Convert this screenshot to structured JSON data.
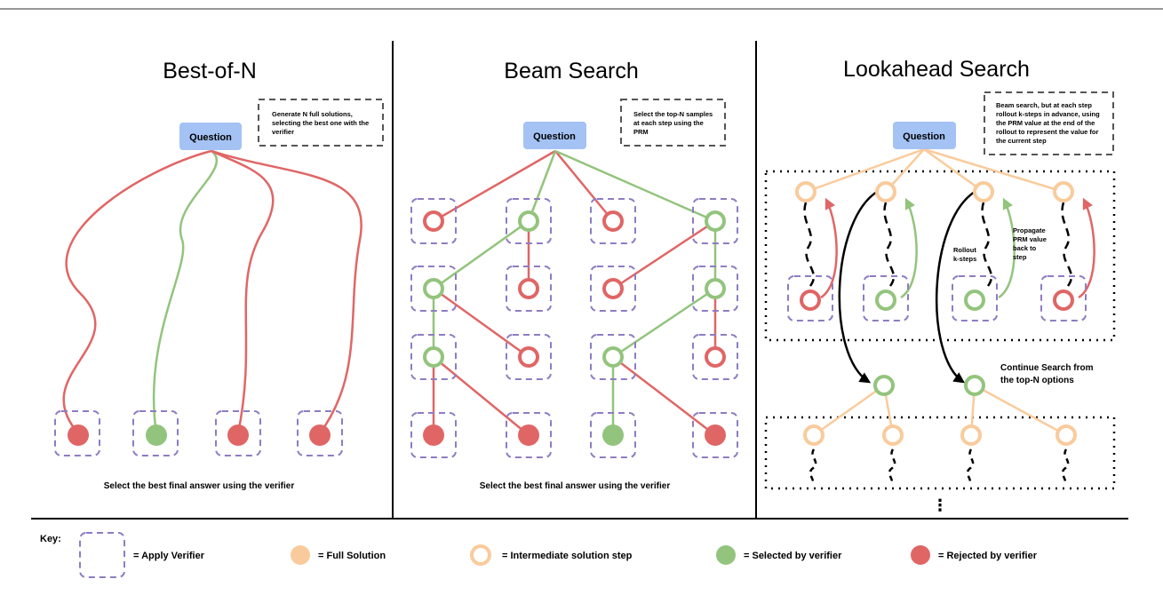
{
  "panels": [
    {
      "id": "best-of-n",
      "title": "Best-of-N",
      "question": "Question",
      "note": [
        "Generate N full solutions,",
        "selecting the best one with the",
        "verifier"
      ],
      "caption": "Select the best final answer using the verifier"
    },
    {
      "id": "beam-search",
      "title": "Beam Search",
      "question": "Question",
      "note": [
        "Select the top-N samples",
        "at each step using the",
        "PRM"
      ],
      "caption": "Select the best final answer using the verifier"
    },
    {
      "id": "lookahead-search",
      "title": "Lookahead Search",
      "question": "Question",
      "note": [
        "Beam search, but at each step",
        "rollout k-steps in advance, using",
        "the PRM value at the end of the",
        "rollout to represent the value for",
        "the current step"
      ],
      "rollout_label": [
        "Rollout",
        "k-steps"
      ],
      "propagate_label": [
        "Propagate",
        "PRM value",
        "back to",
        "step"
      ],
      "continue_label": [
        "Continue Search from",
        "the top-N options"
      ],
      "ellipsis": "⋮"
    }
  ],
  "key": {
    "title": "Key:",
    "items": [
      {
        "symbol": "dashed-box",
        "label": "=  Apply Verifier"
      },
      {
        "symbol": "filled-orange",
        "label": "=  Full Solution"
      },
      {
        "symbol": "ring-orange",
        "label": "=  Intermediate solution step"
      },
      {
        "symbol": "filled-green",
        "label": "=  Selected by verifier"
      },
      {
        "symbol": "filled-red",
        "label": "=  Rejected by verifier"
      }
    ]
  },
  "colors": {
    "red": "#e06666",
    "green": "#93c47d",
    "orange": "#f9cb9c",
    "purple": "#8e7cc3",
    "question_fill": "#a4c2f4",
    "grey_rule": "#999999",
    "black": "#000000"
  }
}
